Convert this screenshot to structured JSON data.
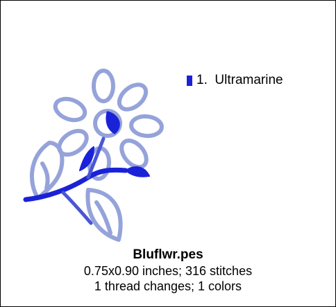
{
  "design": {
    "file_name": "Bluflwr.pes",
    "dimensions_line": "0.75x0.90 inches; 316 stitches",
    "changes_line": "1 thread changes; 1 colors"
  },
  "legend": {
    "items": [
      {
        "number": "1.",
        "name": "Ultramarine",
        "color": "#1a22d8"
      }
    ]
  },
  "colors": {
    "thread_light": "#8a9ad6",
    "thread_dark": "#1a22d8",
    "border": "#000000",
    "background": "#ffffff"
  }
}
